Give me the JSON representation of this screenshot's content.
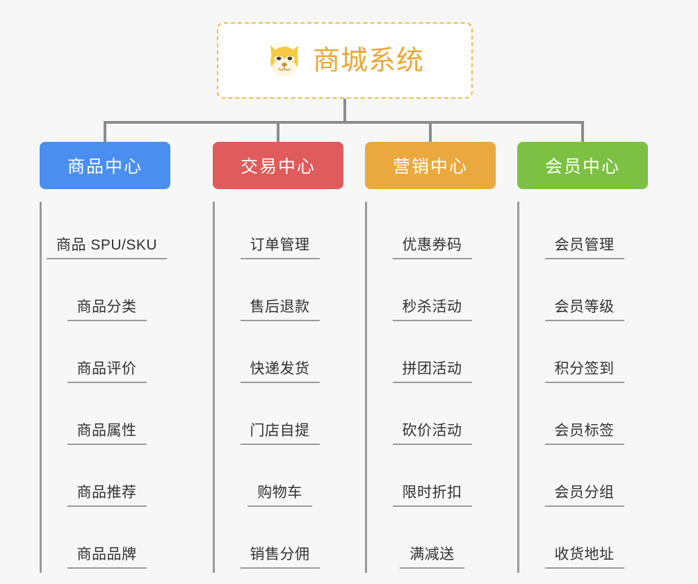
{
  "page": {
    "background_color": "#f7f7f7",
    "line_color": "#8c8c8c",
    "leaf_text_color": "#303133"
  },
  "root": {
    "title": "商城系统",
    "icon": "shiba-dog-face-emoji",
    "title_color": "#e8a838",
    "border_color": "#f0b952",
    "background_color": "#ffffff"
  },
  "columns": [
    {
      "title": "商品中心",
      "color": "#4a8ef0",
      "items": [
        "商品 SPU/SKU",
        "商品分类",
        "商品评价",
        "商品属性",
        "商品推荐",
        "商品品牌"
      ]
    },
    {
      "title": "交易中心",
      "color": "#e05b5b",
      "items": [
        "订单管理",
        "售后退款",
        "快递发货",
        "门店自提",
        "购物车",
        "销售分佣"
      ]
    },
    {
      "title": "营销中心",
      "color": "#eaa93e",
      "items": [
        "优惠券码",
        "秒杀活动",
        "拼团活动",
        "砍价活动",
        "限时折扣",
        "满减送"
      ]
    },
    {
      "title": "会员中心",
      "color": "#7cc144",
      "items": [
        "会员管理",
        "会员等级",
        "积分签到",
        "会员标签",
        "会员分组",
        "收货地址"
      ]
    }
  ]
}
